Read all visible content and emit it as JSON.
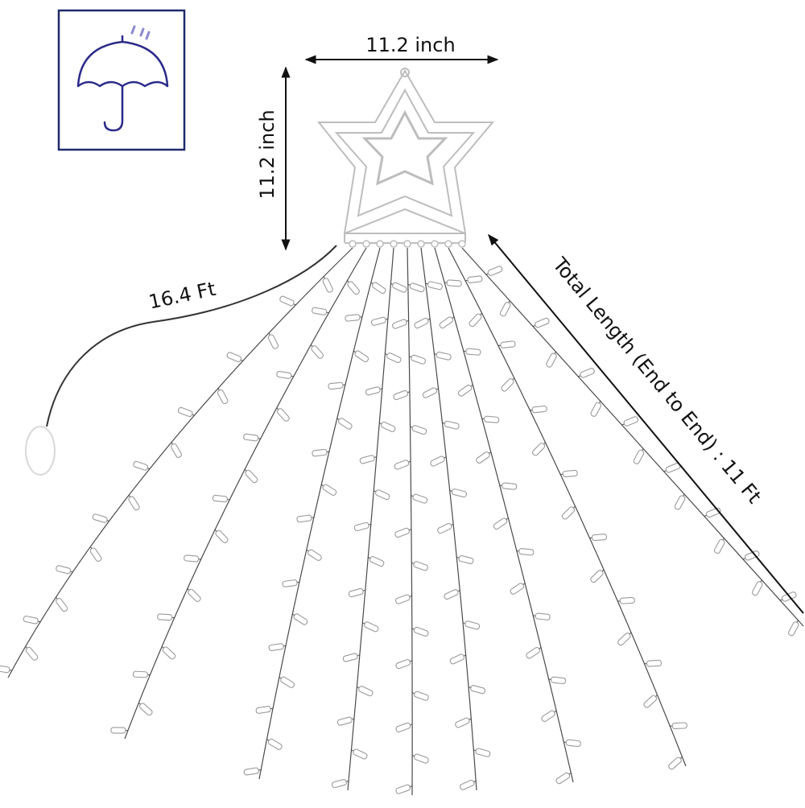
{
  "dimensions": {
    "star_width": "11.2 inch",
    "star_height": "11.2 inch",
    "lead_cable": "16.4 Ft",
    "total_length": "Total Length (End to End) : 11 Ft"
  },
  "icons": {
    "badge": "umbrella-rain-icon"
  },
  "colors": {
    "badge_border": "#1f2a6b",
    "umbrella_stroke": "#2a2a8a",
    "rain_drops": "#8a8ad0",
    "wire": "#4a4a4a",
    "bulb_stroke": "#9a9a9a",
    "star_stroke": "#bdbdbd",
    "cable": "#333333"
  },
  "product": {
    "strands": 9
  }
}
